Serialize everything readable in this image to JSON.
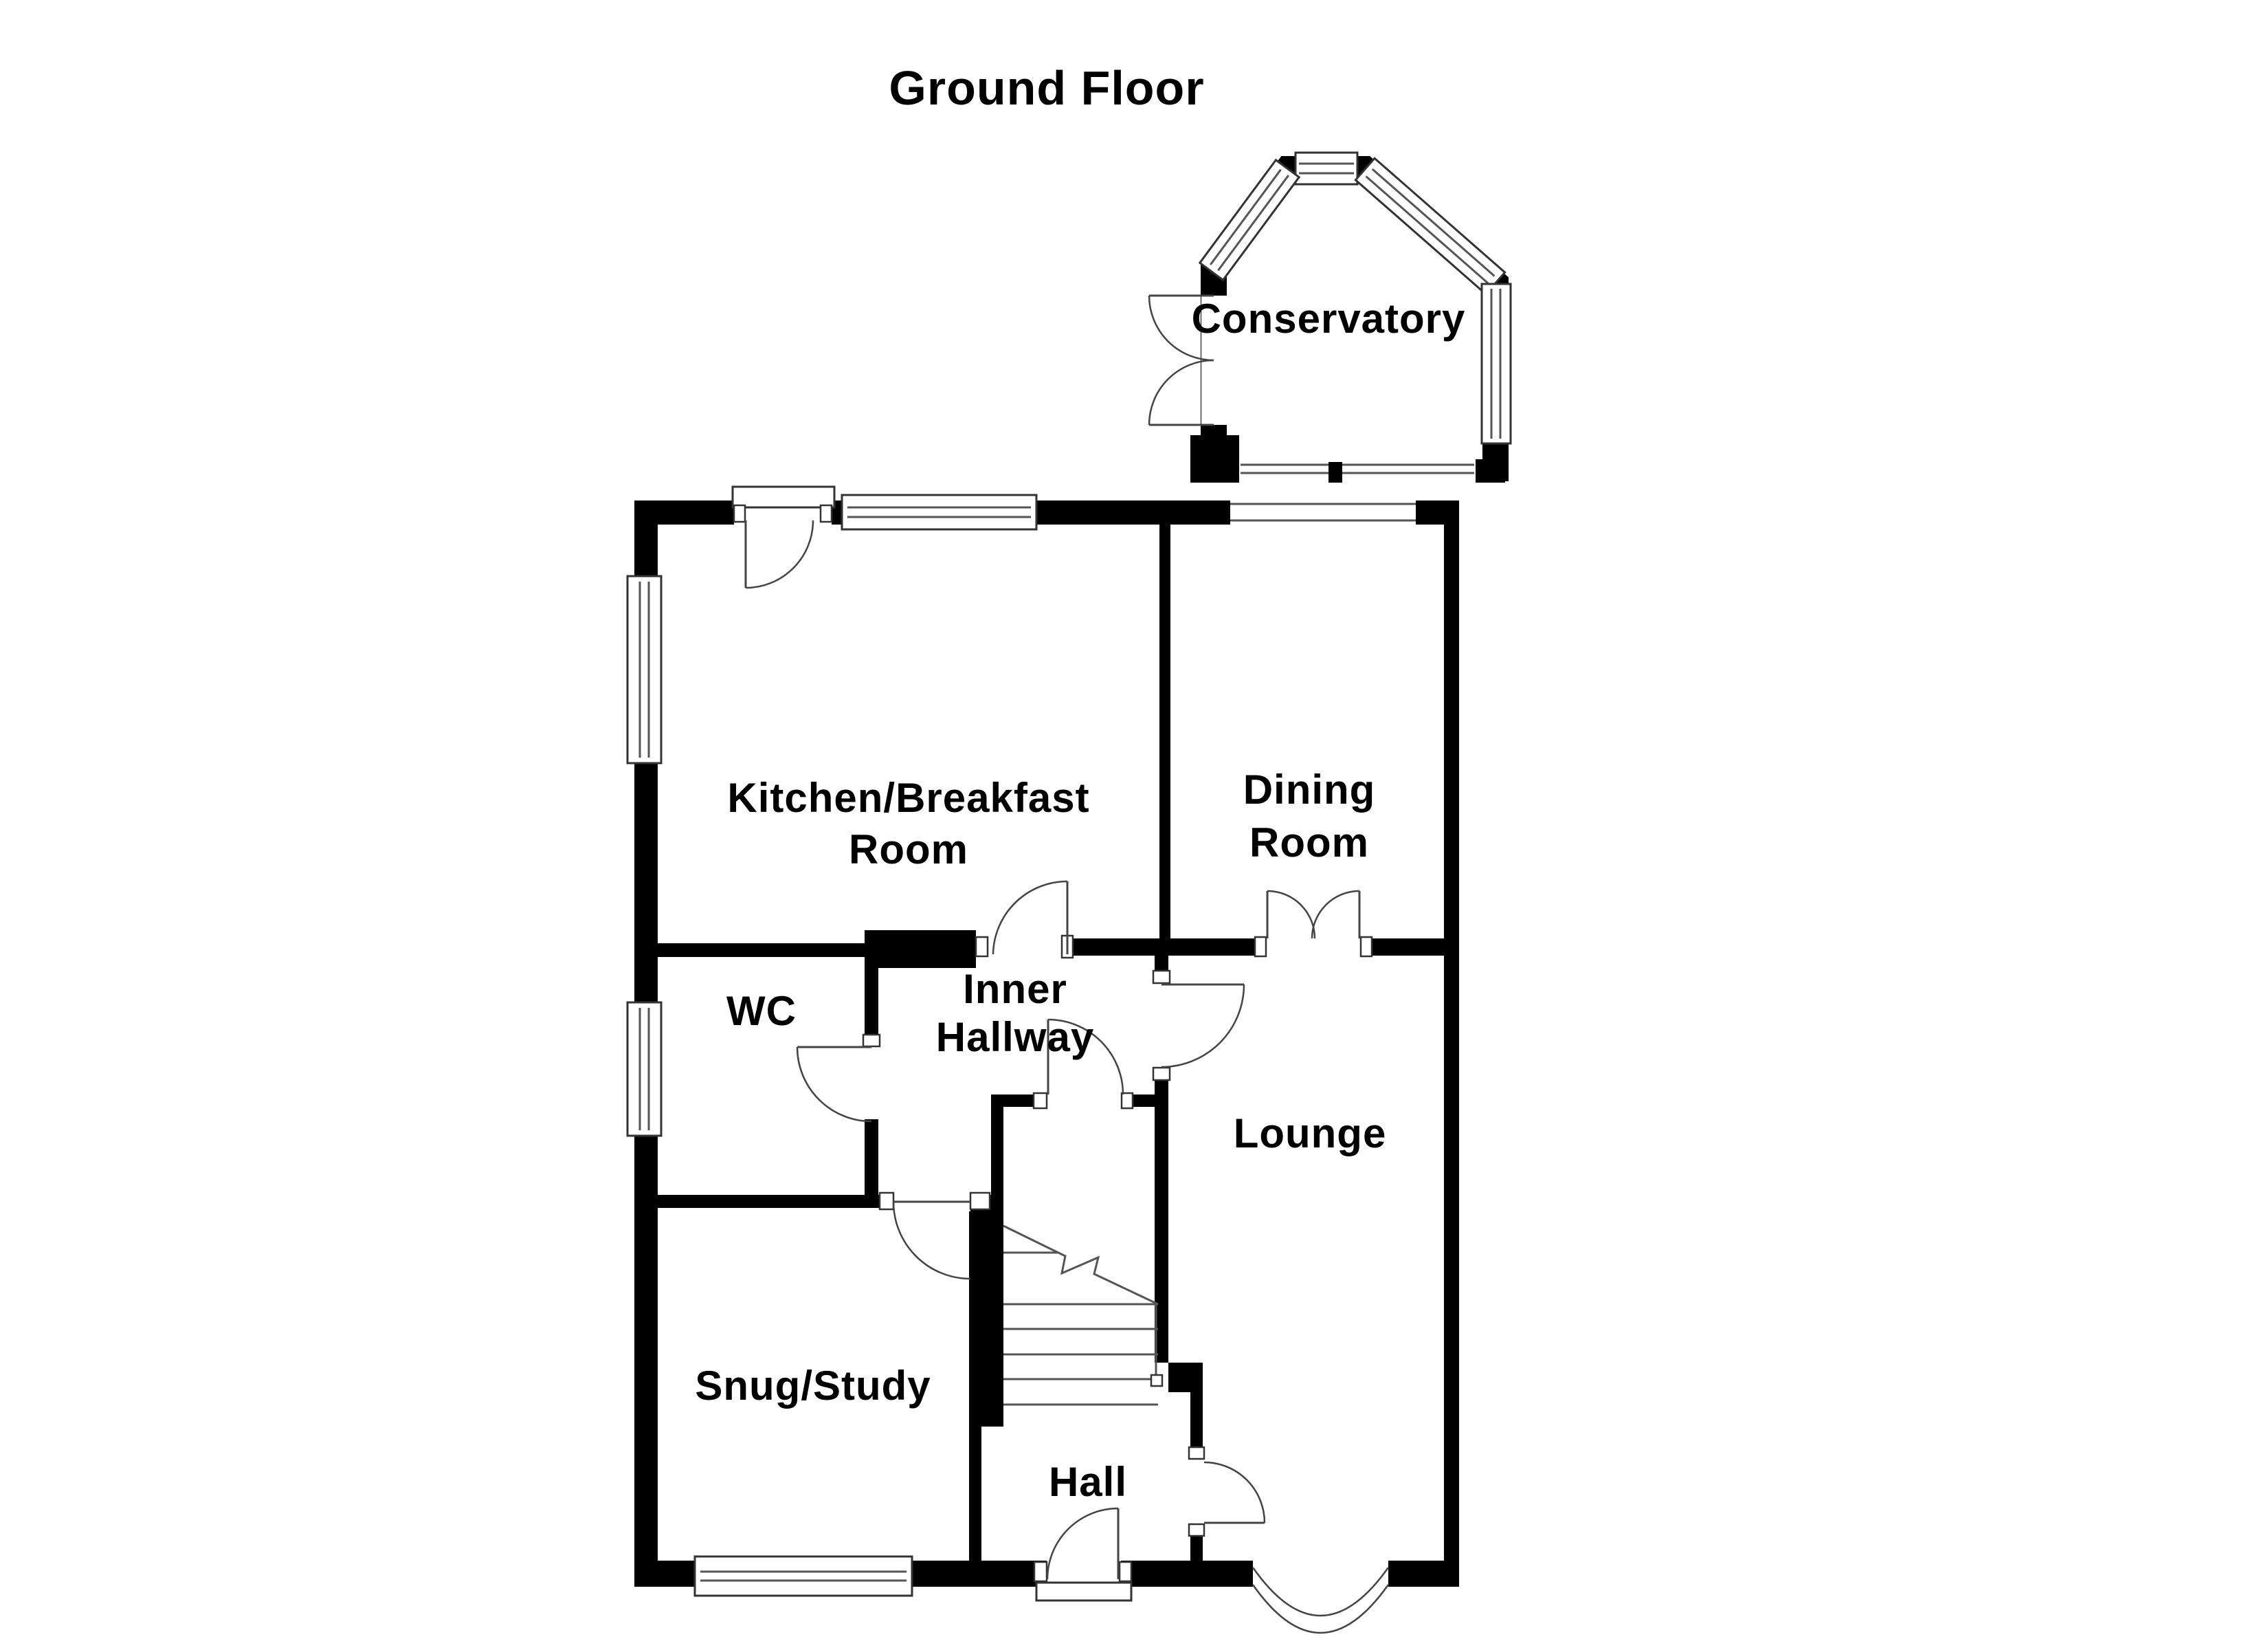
{
  "title": "Ground Floor",
  "rooms": {
    "conservatory": {
      "label": "Conservatory"
    },
    "kitchen": {
      "label_line1": "Kitchen/Breakfast",
      "label_line2": "Room"
    },
    "dining": {
      "label_line1": "Dining",
      "label_line2": "Room"
    },
    "wc": {
      "label": "WC"
    },
    "inner_hallway": {
      "label_line1": "Inner",
      "label_line2": "Hallway"
    },
    "lounge": {
      "label": "Lounge"
    },
    "snug": {
      "label": "Snug/Study"
    },
    "hall": {
      "label": "Hall"
    }
  },
  "colors": {
    "wall": "#000000",
    "background": "#ffffff",
    "line": "#444444"
  },
  "plan_type": "ground-floor-floorplan"
}
